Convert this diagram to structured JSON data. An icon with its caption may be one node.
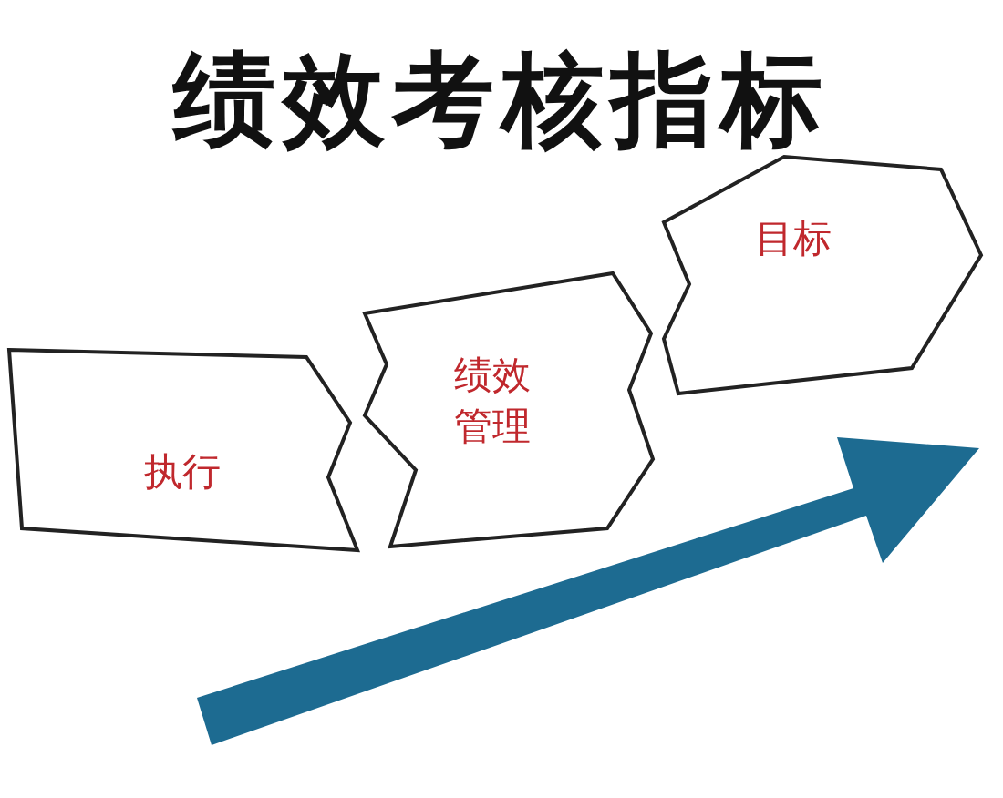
{
  "diagram": {
    "title": "绩效考核指标",
    "nodes": [
      {
        "text": [
          "执行"
        ]
      },
      {
        "text": [
          "绩效管理"
        ]
      },
      {
        "text": [
          "目标"
        ]
      }
    ]
  }
}
